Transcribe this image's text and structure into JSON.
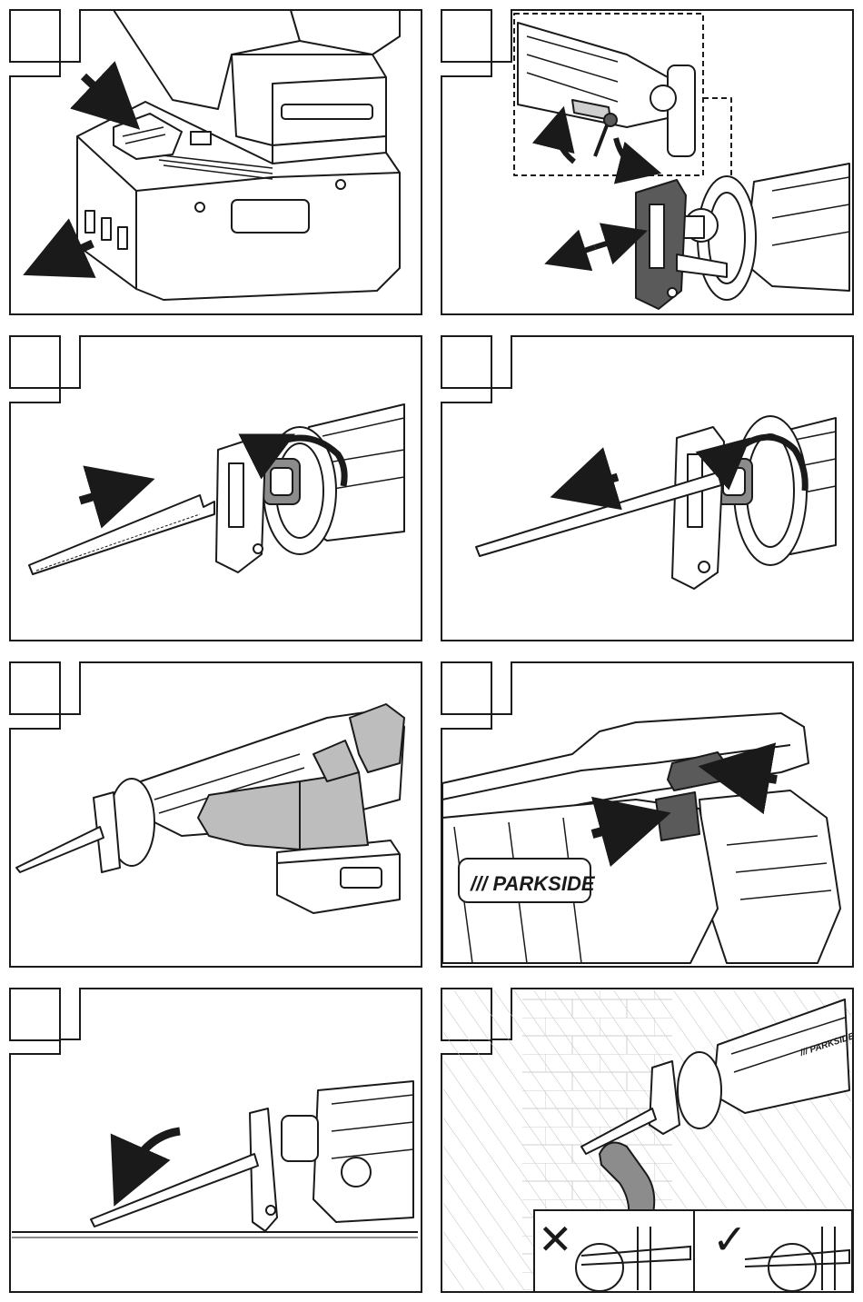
{
  "document": {
    "panels": [
      {
        "id": "p1",
        "step_label": "",
        "depicts": "battery-removal"
      },
      {
        "id": "p2",
        "step_label": "",
        "depicts": "shoe-adjustment"
      },
      {
        "id": "p3",
        "step_label": "",
        "depicts": "blade-insertion"
      },
      {
        "id": "p4",
        "step_label": "",
        "depicts": "blade-removal"
      },
      {
        "id": "p5",
        "step_label": "",
        "depicts": "two-hand-grip"
      },
      {
        "id": "p6",
        "step_label": "",
        "depicts": "switch-lock"
      },
      {
        "id": "p7",
        "step_label": "",
        "depicts": "plunge-cut"
      },
      {
        "id": "p8",
        "step_label": "",
        "depicts": "flush-cut"
      }
    ],
    "brand": {
      "text": "/// PARKSIDE",
      "small_text": "/// PARKSIDE"
    },
    "marks": {
      "wrong": "✕",
      "right": "✓"
    },
    "colors": {
      "ink": "#1a1a1a",
      "accent_grey": "#5a5a5a",
      "glove": "#bdbdbd",
      "pipe": "#8c8c8c"
    },
    "icons": [
      "arrow-icon",
      "rotate-arrow-icon",
      "cross-icon",
      "check-icon"
    ]
  }
}
